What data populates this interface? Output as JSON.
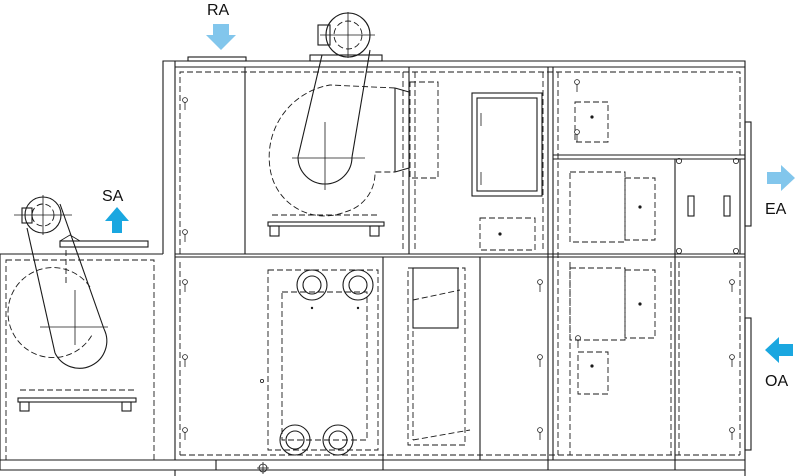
{
  "labels": {
    "ra": "RA",
    "sa": "SA",
    "ea": "EA",
    "oa": "OA"
  },
  "colors": {
    "supply_arrow": "#1aa7e0",
    "intake_arrow": "#82c6ec",
    "outlet_arrow": "#82c6ec",
    "oa_arrow": "#1aa7e0",
    "line": "#1a1a1a"
  },
  "icons": [
    "arrow-down-icon",
    "arrow-up-icon",
    "arrow-right-icon",
    "arrow-left-icon"
  ]
}
